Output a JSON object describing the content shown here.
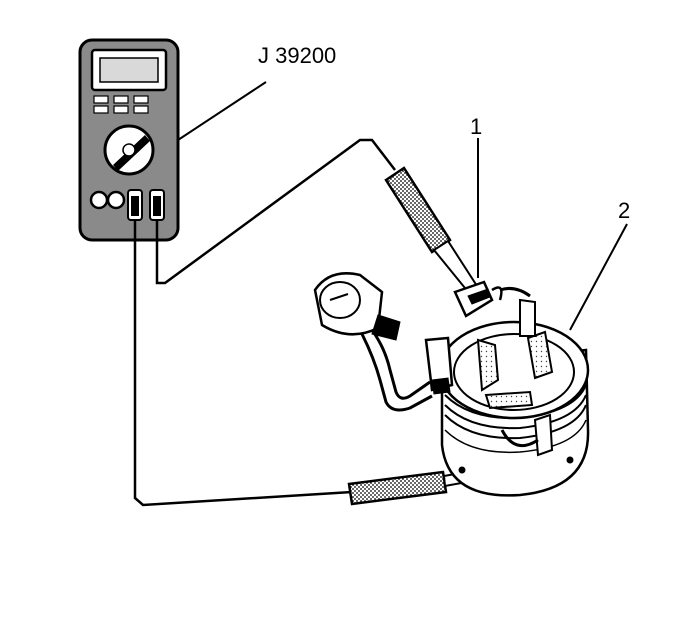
{
  "figure": {
    "callouts": {
      "tool": "J 39200",
      "item1": "1",
      "item2": "2"
    }
  },
  "colors": {
    "ink": "#000000",
    "body_fill": "#8a8a8a",
    "paper": "#ffffff",
    "screen_fill": "#d9d9d9"
  },
  "icons": [
    "multimeter-icon",
    "probe-icon",
    "stator-winding-icon"
  ]
}
